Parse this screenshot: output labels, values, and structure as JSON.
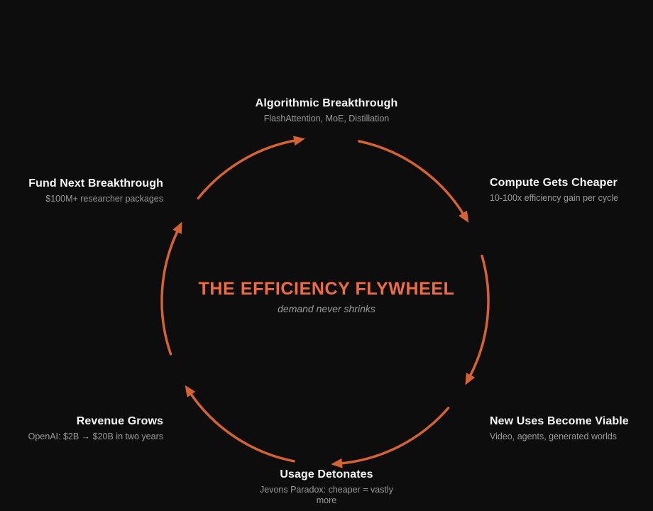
{
  "center": {
    "title": "THE EFFICIENCY FLYWHEEL",
    "subtitle": "demand never shrinks"
  },
  "nodes": [
    {
      "id": "algorithmic-breakthrough",
      "title": "Algorithmic Breakthrough",
      "subtitle": "FlashAttention, MoE, Distillation",
      "position": "top"
    },
    {
      "id": "compute-gets-cheaper",
      "title": "Compute Gets Cheaper",
      "subtitle": "10-100x efficiency gain per cycle",
      "position": "right-upper"
    },
    {
      "id": "new-uses-become-viable",
      "title": "New Uses Become Viable",
      "subtitle": "Video, agents, generated worlds",
      "position": "right-lower"
    },
    {
      "id": "usage-detonates",
      "title": "Usage Detonates",
      "subtitle": "Jevons Paradox: cheaper = vastly more",
      "position": "bottom"
    },
    {
      "id": "revenue-grows",
      "title": "Revenue Grows",
      "subtitle": "OpenAI: $2B → $20B in two years",
      "position": "left-lower"
    },
    {
      "id": "fund-next-breakthrough",
      "title": "Fund Next Breakthrough",
      "subtitle": "$100M+ researcher packages",
      "position": "left-upper"
    }
  ],
  "colors": {
    "background": "#0d0d0d",
    "arrow": "#d76231",
    "accent": "#f06c42",
    "title_text": "#f5f5f5",
    "subtitle_text": "#9a9a9a"
  }
}
